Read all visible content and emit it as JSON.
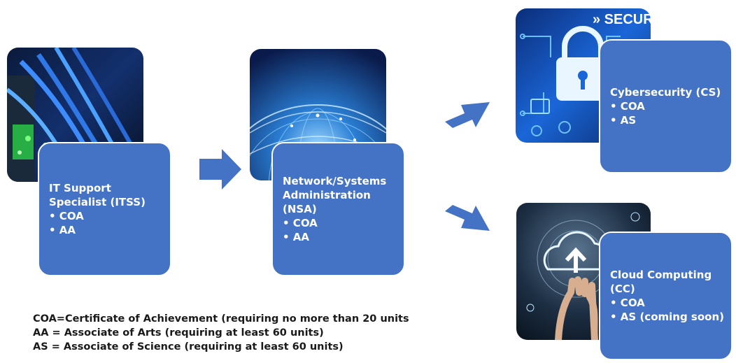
{
  "pathways": [
    {
      "title_lines": [
        "IT Support",
        "Specialist (ITSS)"
      ],
      "items": [
        "• COA",
        "• AA"
      ],
      "image": "network-cables-photo"
    },
    {
      "title_lines": [
        "Network/Systems",
        "Administration",
        "(NSA)"
      ],
      "items": [
        "• COA",
        "• AA"
      ],
      "image": "globe-network-photo"
    },
    {
      "title_lines": [
        "Cybersecurity (CS)"
      ],
      "items": [
        "• COA",
        "• AS"
      ],
      "image": "security-lock-photo",
      "image_text": "» SECURITY"
    },
    {
      "title_lines": [
        "Cloud Computing",
        "(CC)"
      ],
      "items": [
        "• COA",
        "• AS (coming soon)"
      ],
      "image": "cloud-hand-photo"
    }
  ],
  "legend": [
    "COA=Certificate of Achievement (requiring no more than 20 units",
    "AA = Associate of Arts (requiring at least 60 units)",
    "AS = Associate of Science (requiring at least 60 units)"
  ],
  "colors": {
    "card": "#4472c4",
    "arrow": "#4472c4",
    "text": "#ffffff"
  },
  "arrows": [
    {
      "from": "ITSS",
      "to": "NSA",
      "direction": "right"
    },
    {
      "from": "NSA",
      "to": "CS",
      "direction": "up-right"
    },
    {
      "from": "NSA",
      "to": "CC",
      "direction": "down-right"
    }
  ]
}
